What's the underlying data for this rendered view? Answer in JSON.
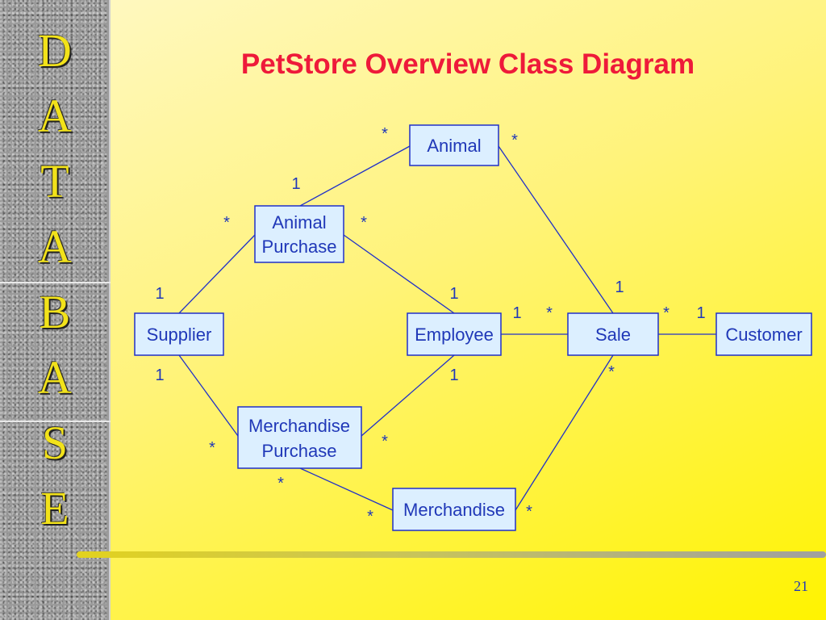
{
  "slide": {
    "title": "PetStore Overview Class Diagram",
    "page_number": "21"
  },
  "sidebar": {
    "letters": [
      "D",
      "A",
      "T",
      "A",
      "B",
      "A",
      "S",
      "E"
    ]
  },
  "colors": {
    "title": "#ee1a3a",
    "diagram_ink": "#2038b8",
    "box_fill": "#dcefff",
    "sidebar_letters": "#f2e21a"
  },
  "diagram": {
    "classes": [
      {
        "id": "animal",
        "lines": [
          "Animal"
        ]
      },
      {
        "id": "animal-purchase",
        "lines": [
          "Animal",
          "Purchase"
        ]
      },
      {
        "id": "supplier",
        "lines": [
          "Supplier"
        ]
      },
      {
        "id": "employee",
        "lines": [
          "Employee"
        ]
      },
      {
        "id": "sale",
        "lines": [
          "Sale"
        ]
      },
      {
        "id": "customer",
        "lines": [
          "Customer"
        ]
      },
      {
        "id": "merchandise-purchase",
        "lines": [
          "Merchandise",
          "Purchase"
        ]
      },
      {
        "id": "merchandise",
        "lines": [
          "Merchandise"
        ]
      }
    ],
    "associations": [
      {
        "from": "animal-purchase",
        "to": "animal",
        "from_mult": "1",
        "to_mult": "*"
      },
      {
        "from": "animal",
        "to": "sale",
        "from_mult": "*",
        "to_mult": "1"
      },
      {
        "from": "supplier",
        "to": "animal-purchase",
        "from_mult": "1",
        "to_mult": "*"
      },
      {
        "from": "animal-purchase",
        "to": "employee",
        "from_mult": "*",
        "to_mult": "1"
      },
      {
        "from": "employee",
        "to": "sale",
        "from_mult": "1",
        "to_mult": "*"
      },
      {
        "from": "sale",
        "to": "customer",
        "from_mult": "*",
        "to_mult": "1"
      },
      {
        "from": "supplier",
        "to": "merchandise-purchase",
        "from_mult": "1",
        "to_mult": "*"
      },
      {
        "from": "employee",
        "to": "merchandise-purchase",
        "from_mult": "1",
        "to_mult": "*"
      },
      {
        "from": "merchandise-purchase",
        "to": "merchandise",
        "from_mult": "*",
        "to_mult": "*"
      },
      {
        "from": "sale",
        "to": "merchandise",
        "from_mult": "*",
        "to_mult": "*"
      }
    ]
  }
}
